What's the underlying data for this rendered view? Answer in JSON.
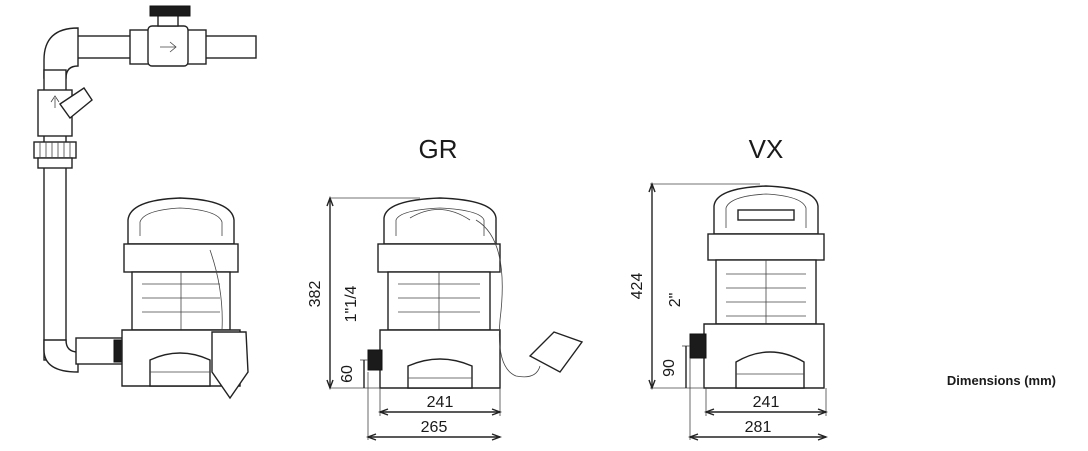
{
  "models": {
    "gr": {
      "title": "GR",
      "height": "382",
      "outlet": "1\"1/4",
      "outlet_height": "60",
      "base_width": "241",
      "total_width": "265"
    },
    "vx": {
      "title": "VX",
      "height": "424",
      "outlet": "2\"",
      "outlet_height": "90",
      "base_width": "241",
      "total_width": "281"
    }
  },
  "legend": {
    "units_note": "Dimensions (mm)"
  },
  "colors": {
    "line": "#222222",
    "outlet": "#1b1b1b",
    "background": "#ffffff"
  }
}
